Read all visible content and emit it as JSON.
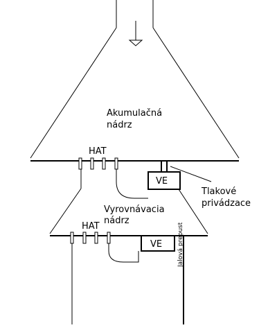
{
  "labels": {
    "upper_tank_line1": "Akumulačná",
    "upper_tank_line2": "nádrz",
    "hat_upper": "HAT",
    "ve_upper": "VE",
    "pressure_line1": "Tlakové",
    "pressure_line2": "privádzace",
    "lower_tank_line1": "Vyrovnávacia",
    "lower_tank_line2": "nádrz",
    "hat_lower": "HAT",
    "ve_lower": "VE",
    "spillway": "Jalová prepust"
  },
  "icons": {
    "inflow": "down-arrow-icon"
  }
}
